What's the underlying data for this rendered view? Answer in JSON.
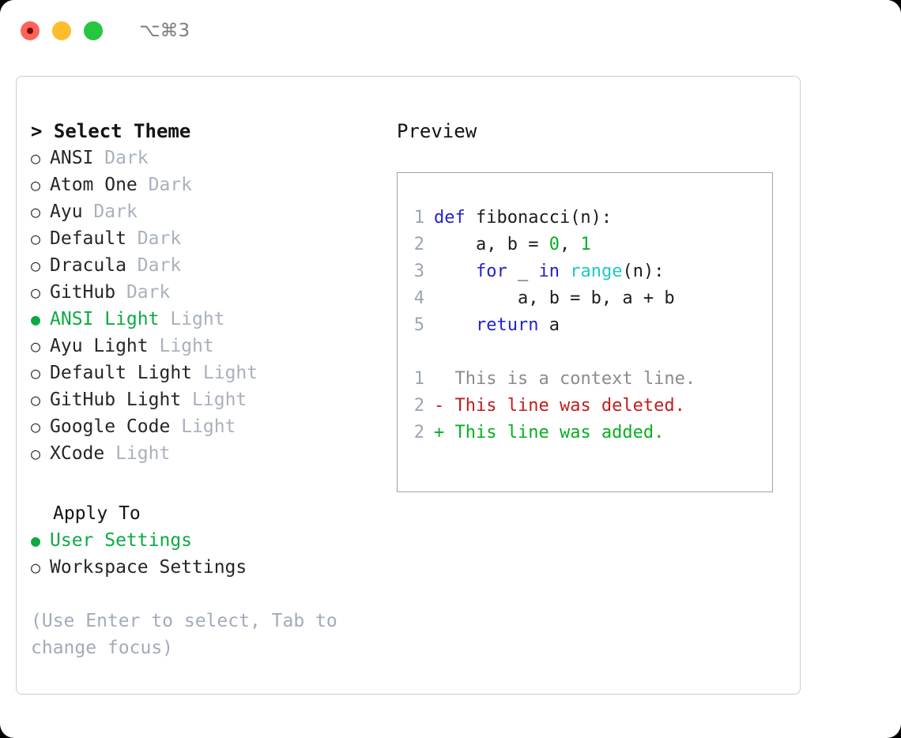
{
  "window": {
    "shortcut": "⌥⌘3",
    "traffic_lights": [
      {
        "name": "close",
        "color": "#ff6259"
      },
      {
        "name": "minimize",
        "color": "#ffbd2e"
      },
      {
        "name": "maximize",
        "color": "#26c63f"
      }
    ]
  },
  "colors": {
    "accent_green": "#0aab42",
    "muted": "#a9b1bd",
    "hint": "#a1abba",
    "panel_border": "#c9cdd4",
    "preview_border": "#99a5b5",
    "keyword": "#2222cc",
    "function": "#1ec8c8",
    "number": "#06b021",
    "diff_add": "#06b021",
    "diff_del": "#c21c1c",
    "diff_ctx": "#8b8b8b",
    "linenum": "#9aa5b4"
  },
  "theme_section": {
    "header": "> Select Theme",
    "items": [
      {
        "bullet": "○",
        "name": "ANSI",
        "category": "Dark",
        "selected": false
      },
      {
        "bullet": "○",
        "name": "Atom One",
        "category": "Dark",
        "selected": false
      },
      {
        "bullet": "○",
        "name": "Ayu",
        "category": "Dark",
        "selected": false
      },
      {
        "bullet": "○",
        "name": "Default",
        "category": "Dark",
        "selected": false
      },
      {
        "bullet": "○",
        "name": "Dracula",
        "category": "Dark",
        "selected": false
      },
      {
        "bullet": "○",
        "name": "GitHub",
        "category": "Dark",
        "selected": false
      },
      {
        "bullet": "●",
        "name": "ANSI Light",
        "category": "Light",
        "selected": true
      },
      {
        "bullet": "○",
        "name": "Ayu Light",
        "category": "Light",
        "selected": false
      },
      {
        "bullet": "○",
        "name": "Default Light",
        "category": "Light",
        "selected": false
      },
      {
        "bullet": "○",
        "name": "GitHub Light",
        "category": "Light",
        "selected": false
      },
      {
        "bullet": "○",
        "name": "Google Code",
        "category": "Light",
        "selected": false
      },
      {
        "bullet": "○",
        "name": "XCode",
        "category": "Light",
        "selected": false
      }
    ]
  },
  "apply_section": {
    "label": "Apply To",
    "items": [
      {
        "bullet": "●",
        "name": "User Settings",
        "selected": true
      },
      {
        "bullet": "○",
        "name": "Workspace Settings",
        "selected": false
      }
    ]
  },
  "hint": "(Use Enter to select, Tab to change focus)",
  "preview": {
    "title": "Preview",
    "code_lines": [
      {
        "num": "1",
        "tokens": [
          {
            "t": "def ",
            "c": "kw"
          },
          {
            "t": "fibonacci(n):",
            "c": "pl"
          }
        ]
      },
      {
        "num": "2",
        "tokens": [
          {
            "t": "    a, b = ",
            "c": "pl"
          },
          {
            "t": "0",
            "c": "num"
          },
          {
            "t": ", ",
            "c": "pl"
          },
          {
            "t": "1",
            "c": "num"
          }
        ]
      },
      {
        "num": "3",
        "tokens": [
          {
            "t": "    ",
            "c": "pl"
          },
          {
            "t": "for",
            "c": "kw"
          },
          {
            "t": " _ ",
            "c": "pl"
          },
          {
            "t": "in",
            "c": "kw"
          },
          {
            "t": " ",
            "c": "pl"
          },
          {
            "t": "range",
            "c": "fn"
          },
          {
            "t": "(n):",
            "c": "pl"
          }
        ]
      },
      {
        "num": "4",
        "tokens": [
          {
            "t": "        a, b = b, a + b",
            "c": "pl"
          }
        ]
      },
      {
        "num": "5",
        "tokens": [
          {
            "t": "    ",
            "c": "pl"
          },
          {
            "t": "return",
            "c": "kw"
          },
          {
            "t": " a",
            "c": "pl"
          }
        ]
      }
    ],
    "diff_lines": [
      {
        "num": "1",
        "marker": "  ",
        "text": "This is a context line.",
        "kind": "ctx"
      },
      {
        "num": "2",
        "marker": "- ",
        "text": "This line was deleted.",
        "kind": "del"
      },
      {
        "num": "2",
        "marker": "+ ",
        "text": "This line was added.",
        "kind": "add"
      }
    ]
  }
}
